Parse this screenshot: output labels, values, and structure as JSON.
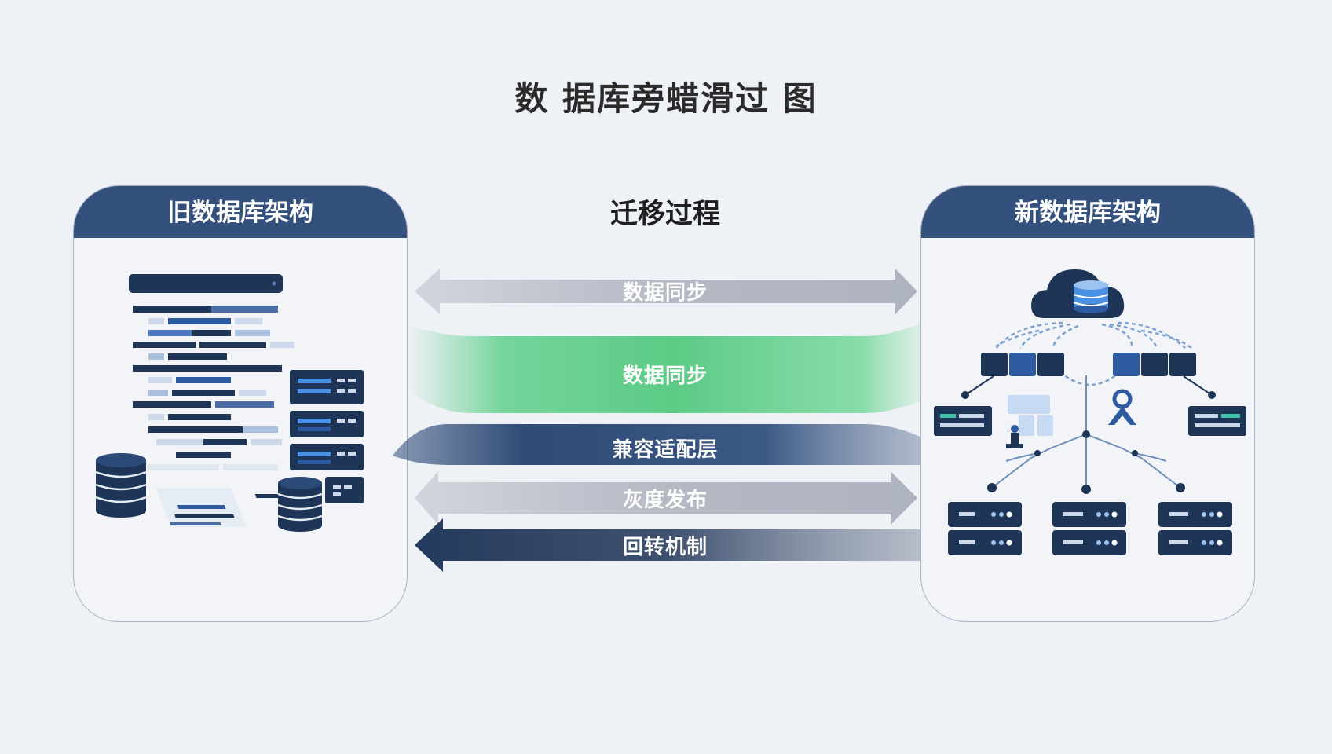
{
  "title": "数 据库旁蜡滑过 图",
  "process": {
    "title": "迁移过程",
    "bands": [
      {
        "label": "数据同步",
        "arrow": "both",
        "active": false
      },
      {
        "label": "数据同步",
        "arrow": "none",
        "active": true
      },
      {
        "label": "兼容适配层",
        "arrow": "none",
        "active": false
      },
      {
        "label": "灰度发布",
        "arrow": "both",
        "active": false
      },
      {
        "label": "回转机制",
        "arrow": "left",
        "active": false
      }
    ]
  },
  "old_architecture": {
    "title": "旧数据库架构",
    "icons": [
      "table-icon",
      "server-rack-icon",
      "database-cylinder-icon"
    ]
  },
  "new_architecture": {
    "title": "新数据库架构",
    "icons": [
      "cloud-database-icon",
      "node-icon",
      "server-icon",
      "user-icon"
    ]
  },
  "colors": {
    "primary": "#34507c",
    "dark_navy": "#1e3557",
    "highlight_green": "#5fcf8a",
    "gray_arrow": "#b3b8c4",
    "background": "#eef1f6"
  }
}
